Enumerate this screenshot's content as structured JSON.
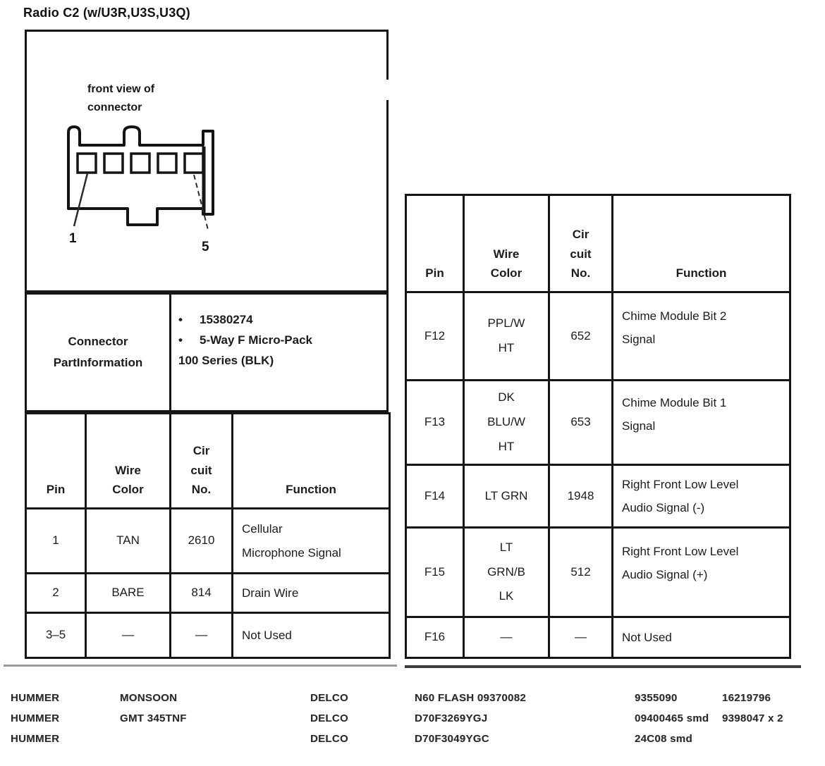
{
  "title": "Radio C2 (w/U3R,U3S,U3Q)",
  "diagram": {
    "caption": [
      "front view of",
      "connector"
    ],
    "pin_first": "1",
    "pin_last": "5"
  },
  "part_info": {
    "label": [
      "Connector",
      "PartInformation"
    ],
    "bullets": [
      "15380274",
      "5-Way F Micro-Pack"
    ],
    "continuation": "100 Series (BLK)"
  },
  "left_table": {
    "headers": {
      "pin": "Pin",
      "wire": [
        "Wire",
        "Color"
      ],
      "circuit": [
        "Cir",
        "cuit",
        "No."
      ],
      "function": "Function"
    },
    "rows": [
      {
        "pin": "1",
        "wire": [
          "TAN"
        ],
        "circuit": "2610",
        "function": [
          "Cellular",
          "Microphone Signal"
        ]
      },
      {
        "pin": "2",
        "wire": [
          "BARE"
        ],
        "circuit": "814",
        "function": [
          "Drain Wire"
        ]
      },
      {
        "pin": "3–5",
        "wire": [
          "—"
        ],
        "circuit": "—",
        "function": [
          "Not Used"
        ]
      }
    ]
  },
  "right_table": {
    "headers": {
      "pin": "Pin",
      "wire": [
        "Wire",
        "Color"
      ],
      "circuit": [
        "Cir",
        "cuit",
        "No."
      ],
      "function": "Function"
    },
    "rows": [
      {
        "pin": "F12",
        "wire": [
          "PPL/W",
          "HT"
        ],
        "circuit": "652",
        "function": [
          "Chime Module Bit 2",
          "Signal"
        ]
      },
      {
        "pin": "F13",
        "wire": [
          "DK",
          "BLU/W",
          "HT"
        ],
        "circuit": "653",
        "function": [
          "Chime Module Bit 1",
          "Signal"
        ]
      },
      {
        "pin": "F14",
        "wire": [
          "LT GRN"
        ],
        "circuit": "1948",
        "function": [
          "Right Front Low Level",
          "Audio Signal (-)"
        ]
      },
      {
        "pin": "F15",
        "wire": [
          "LT",
          "GRN/B",
          "LK"
        ],
        "circuit": "512",
        "function": [
          "Right Front Low Level",
          "Audio Signal (+)"
        ]
      },
      {
        "pin": "F16",
        "wire": [
          "—"
        ],
        "circuit": "—",
        "function": [
          "Not Used"
        ]
      }
    ]
  },
  "footer": {
    "rows": [
      [
        "HUMMER",
        "MONSOON",
        "DELCO",
        "N60 FLASH 09370082",
        "9355090",
        "16219796"
      ],
      [
        "HUMMER",
        "GMT 345TNF",
        "DELCO",
        "D70F3269YGJ",
        "09400465 smd",
        "9398047 x 2"
      ],
      [
        "HUMMER",
        "",
        "DELCO",
        "D70F3049YGC",
        "24C08 smd",
        ""
      ]
    ]
  }
}
